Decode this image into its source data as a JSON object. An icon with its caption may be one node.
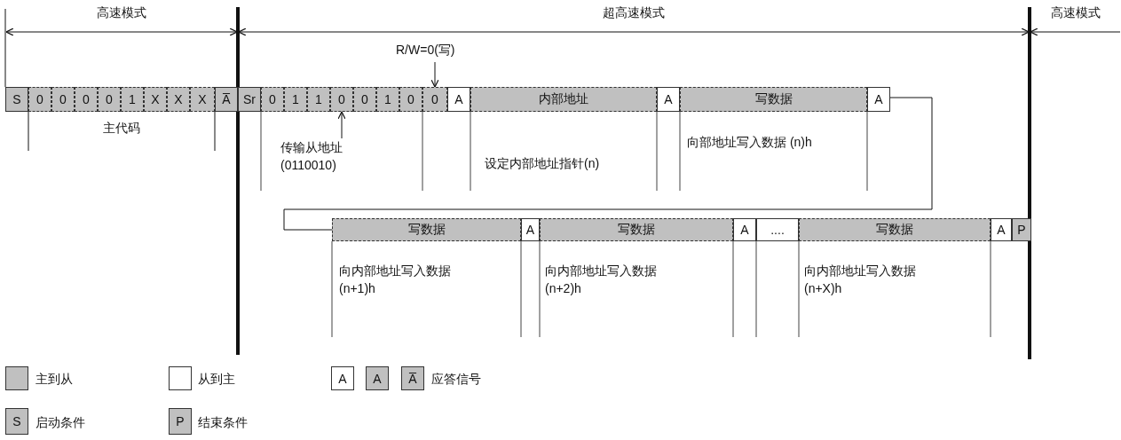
{
  "diagram": {
    "nodes": [
      {
        "text": [
          "S"
        ]
      },
      {
        "text": [
          "0"
        ]
      },
      {
        "text": [
          "0"
        ]
      },
      {
        "text": [
          "0"
        ]
      },
      {
        "text": [
          "0"
        ]
      },
      {
        "text": [
          "1"
        ]
      },
      {
        "text": [
          "X"
        ]
      },
      {
        "text": [
          "X"
        ]
      },
      {
        "text": [
          "X"
        ]
      },
      {
        "text": [
          "A̅"
        ]
      },
      {
        "text": [
          "Sr"
        ]
      },
      {
        "text": [
          "0"
        ]
      },
      {
        "text": [
          "1"
        ]
      },
      {
        "text": [
          "1"
        ]
      },
      {
        "text": [
          "0"
        ]
      },
      {
        "text": [
          "0"
        ]
      },
      {
        "text": [
          "1"
        ]
      },
      {
        "text": [
          "0"
        ]
      },
      {
        "text": [
          "0"
        ]
      },
      {
        "text": [
          "A"
        ]
      },
      {
        "text": [
          "内部地址"
        ]
      },
      {
        "text": [
          "A"
        ]
      },
      {
        "text": [
          "写数据"
        ]
      },
      {
        "text": [
          "A"
        ]
      },
      {
        "text": [
          "写数据"
        ]
      },
      {
        "text": [
          "A"
        ]
      },
      {
        "text": [
          "写数据"
        ]
      },
      {
        "text": [
          "A"
        ]
      },
      {
        "text": [
          "...."
        ]
      },
      {
        "text": [
          "写数据"
        ]
      },
      {
        "text": [
          "A"
        ]
      },
      {
        "text": [
          "P"
        ]
      },
      {
        "text": [
          "R/W=0(写)"
        ]
      },
      {
        "text": [
          "传输从地址 (0110010)"
        ]
      },
      {
        "text": [
          "A"
        ]
      },
      {
        "text": [
          "A"
        ]
      },
      {
        "text": [
          "A̅"
        ]
      },
      {
        "text": [
          "S"
        ]
      },
      {
        "text": [
          "P"
        ]
      }
    ],
    "edges": [
      {
        "from": 23,
        "to": 24,
        "arrow": "none"
      },
      {
        "from": 32,
        "to": 18,
        "arrow": "to"
      },
      {
        "from": 33,
        "to": 14,
        "arrow": "to"
      }
    ],
    "labels": [
      "高速模式",
      "超高速模式",
      "高速模式",
      "主代码",
      "设定内部地址指针(n)",
      "向部地址写入数据 (n)h",
      "向内部地址写入数据 (n+1)h",
      "向内部地址写入数据 (n+2)h",
      "向内部地址写入数据 (n+X)h"
    ],
    "legend": [
      {
        "text": "主到从",
        "color": "#c0c0c0"
      },
      {
        "text": "从到主",
        "color": "#ffffff"
      },
      {
        "text": "应答信号"
      },
      {
        "text": "启动条件"
      },
      {
        "text": "结束条件"
      }
    ]
  }
}
